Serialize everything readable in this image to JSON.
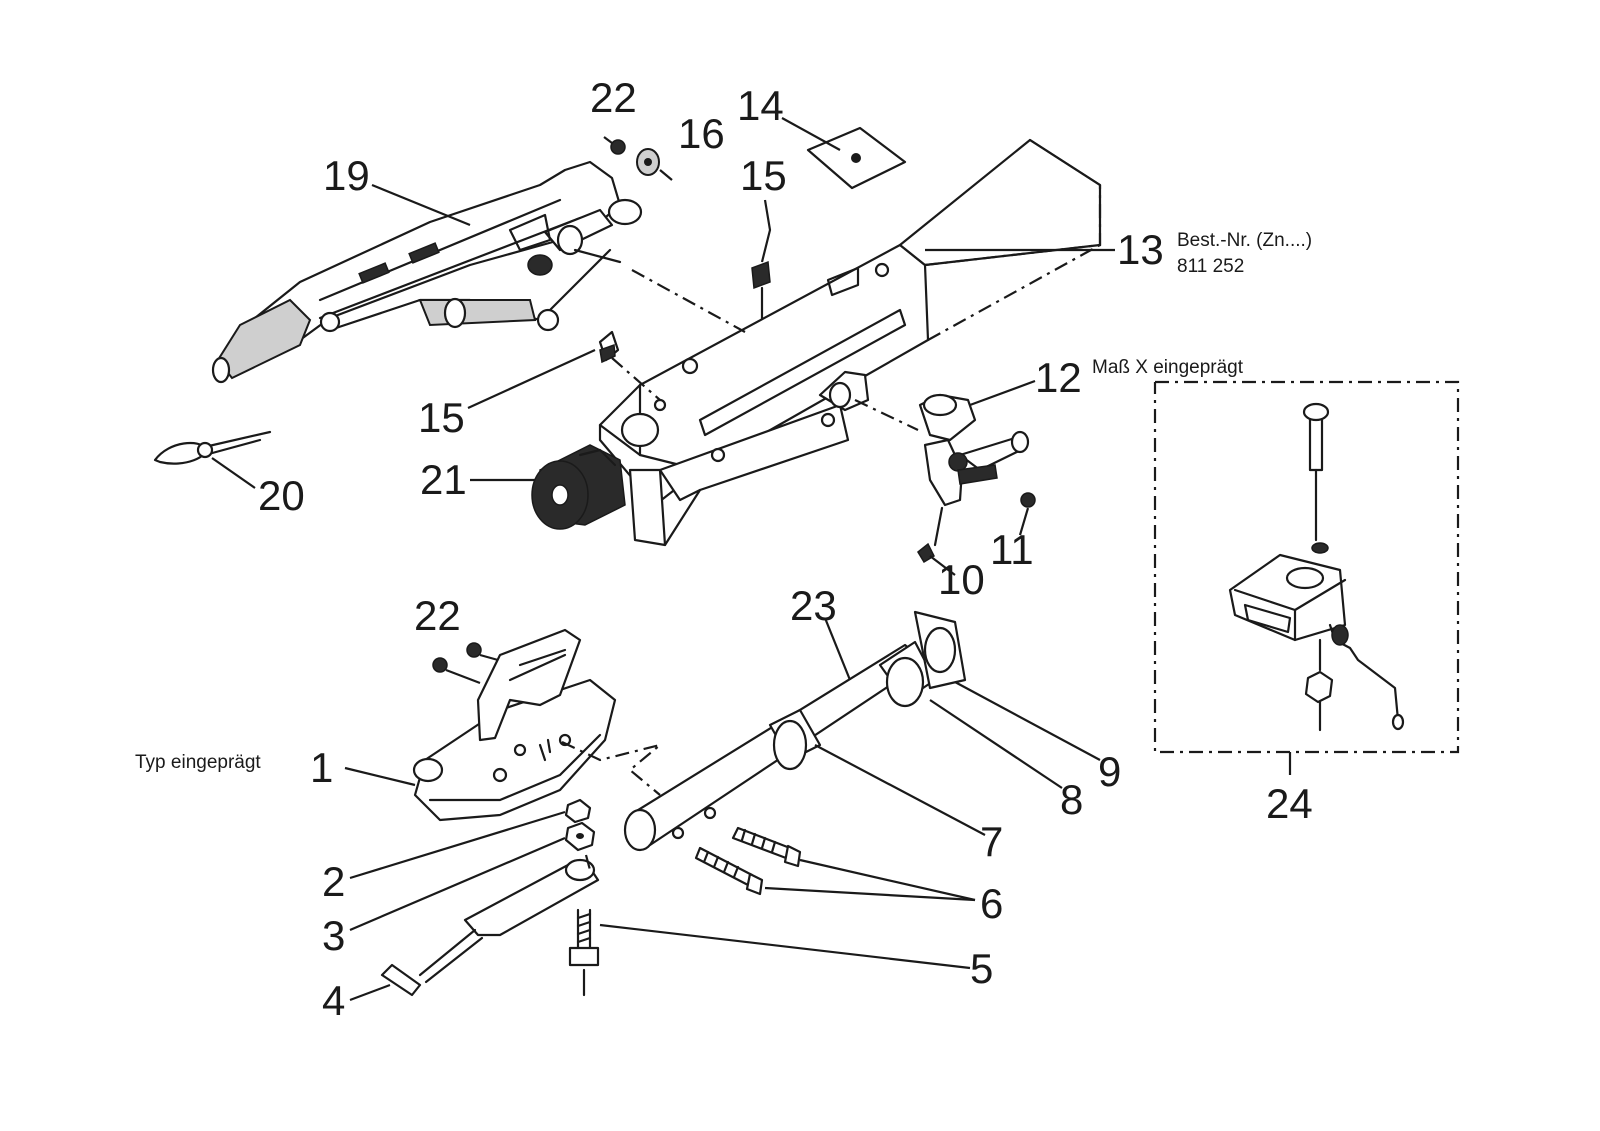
{
  "labels": {
    "n1": "1",
    "n2": "2",
    "n3": "3",
    "n4": "4",
    "n5": "5",
    "n6": "6",
    "n7": "7",
    "n8": "8",
    "n9": "9",
    "n10": "10",
    "n11": "11",
    "n12": "12",
    "n13": "13",
    "n14": "14",
    "n15a": "15",
    "n15b": "15",
    "n16": "16",
    "n19": "19",
    "n20": "20",
    "n21": "21",
    "n22a": "22",
    "n22b": "22",
    "n23": "23",
    "n24": "24"
  },
  "notes": {
    "best_nr_line1": "Best.-Nr. (Zn....)",
    "best_nr_line2": "811 252",
    "mass_x": "Maß X eingeprägt",
    "typ": "Typ eingeprägt"
  }
}
